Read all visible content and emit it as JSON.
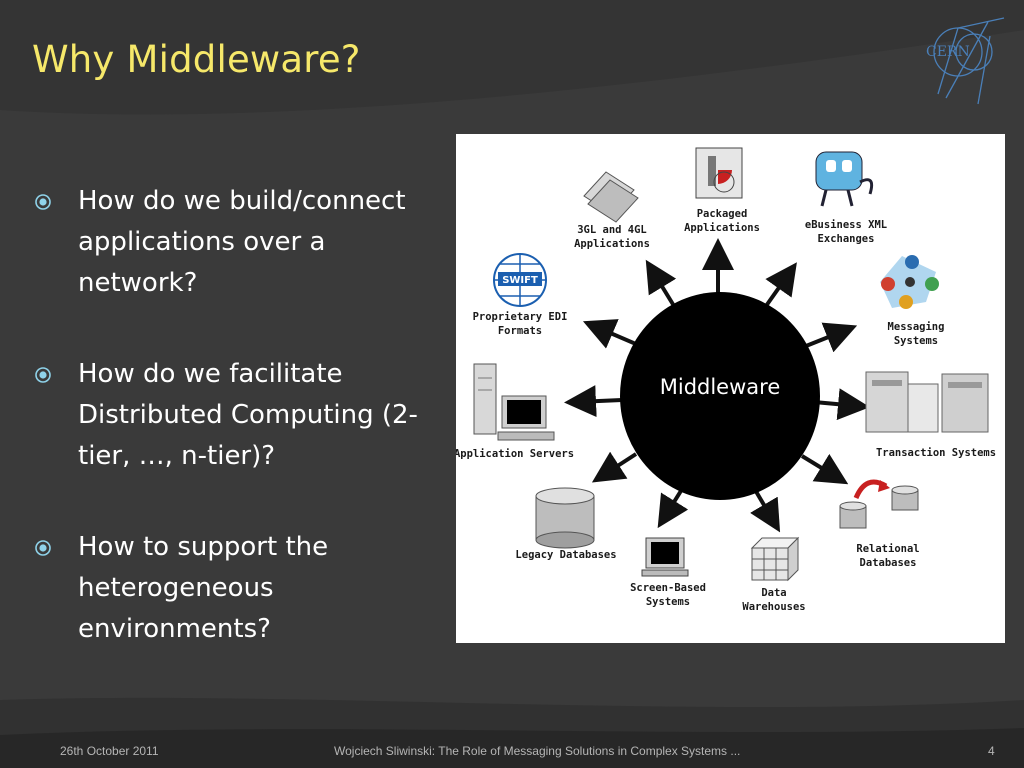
{
  "slide": {
    "title": "Why Middleware?",
    "bullets": [
      {
        "text": "How do we build/connect applications over a network?"
      },
      {
        "text": "How do we facilitate Distributed Computing (2-tier, …, n-tier)?"
      },
      {
        "text": "How to support the heterogeneous environments?"
      }
    ],
    "logo_text": "CERN"
  },
  "diagram": {
    "center": "Middleware",
    "nodes": [
      {
        "line1": "3GL and 4GL",
        "line2": "Applications"
      },
      {
        "line1": "Packaged",
        "line2": "Applications"
      },
      {
        "line1": "eBusiness XML",
        "line2": "Exchanges"
      },
      {
        "line1": "Proprietary EDI",
        "line2": "Formats"
      },
      {
        "line1": "Messaging",
        "line2": "Systems"
      },
      {
        "line1": "Application Servers",
        "line2": ""
      },
      {
        "line1": "Transaction Systems",
        "line2": ""
      },
      {
        "line1": "Legacy Databases",
        "line2": ""
      },
      {
        "line1": "Relational",
        "line2": "Databases"
      },
      {
        "line1": "Screen-Based",
        "line2": "Systems"
      },
      {
        "line1": "Data",
        "line2": "Warehouses"
      }
    ],
    "swift_text": "SWIFT"
  },
  "footer": {
    "date": "26th October 2011",
    "center": "Wojciech Sliwinski: The Role of Messaging Solutions in Complex Systems ...",
    "page": "4"
  },
  "colors": {
    "title": "#f6e86a",
    "background": "#3a3a3a",
    "bullet_icon": "#8fd3ea",
    "footer": "#b5b5b5"
  }
}
